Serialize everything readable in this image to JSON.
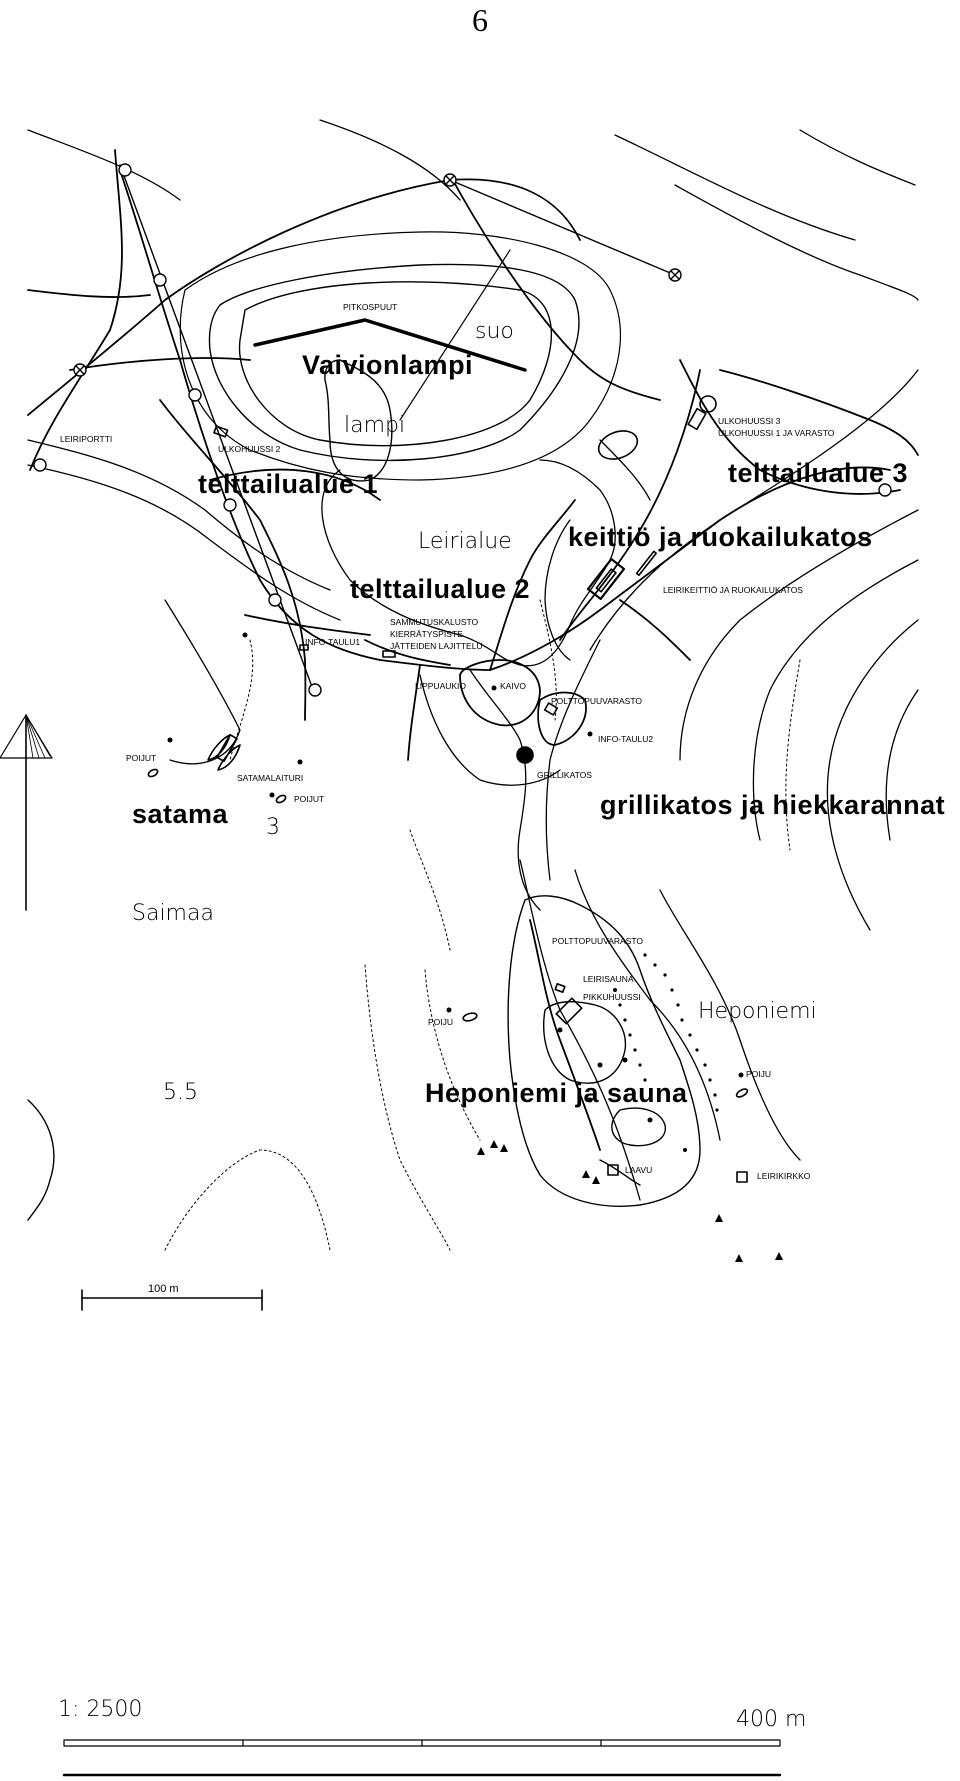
{
  "page_number": "6",
  "labels": {
    "pitkospuut": "PITKOSPUUT",
    "suo": "suo",
    "vaivionlampi": "Vaivionlampi",
    "lampi": "lampi",
    "ulkohuussi3": "ULKOHUUSSI 3",
    "ulkohuussi1": "ULKOHUUSSI 1 JA VARASTO",
    "leiriportti": "LEIRIPORTTI",
    "ulkohuussi2": "ULKOHUUSSI 2",
    "telttailualue1": "telttailualue 1",
    "telttailualue3": "telttailualue 3",
    "leirialue": "Leirialue",
    "keittio": "keittiö ja ruokailukatos",
    "telttailualue2": "telttailualue 2",
    "leirikeittio": "LEIRIKEITTIÖ JA RUOKAILUKATOS",
    "sammutuskalusto": "SAMMUTUSKALUSTO",
    "kierratyspiste": "KIERRÄTYSPISTE",
    "jatteiden": "JÄTTEIDEN LAJITTELU",
    "infotaulu1": "INFO-TAULU1",
    "lippuaukio": "LIPPUAUKIO",
    "kaivo": "KAIVO",
    "polttopuuvarasto1": "POLTTOPUUVARASTO",
    "infotaulu2": "INFO-TAULU2",
    "grillikatos": "GRILLIKATOS",
    "poijut1": "POIJUT",
    "satamalaituri": "SATAMALAITURI",
    "poijut2": "POIJUT",
    "satama": "satama",
    "satama_num": "3",
    "grillikatos_big": "grillikatos ja hiekkarannat",
    "saimaa": "Saimaa",
    "polttopuuvarasto2": "POLTTOPUUVARASTO",
    "leirisauna": "LEIRISAUNA",
    "pikkuhuussi": "PIKKUHUUSSI",
    "poiju1": "POIJU",
    "heponiemi": "Heponiemi",
    "depth": "5.5",
    "poiju2": "POIJU",
    "heponiemi_sauna": "Heponiemi ja sauna",
    "laavu": "LAAVU",
    "leirikirkko": "LEIRIKIRKKO"
  },
  "scale_bar": {
    "label": "100 m"
  },
  "bottom_scale": {
    "ratio": "1: 2500",
    "length": "400 m"
  }
}
